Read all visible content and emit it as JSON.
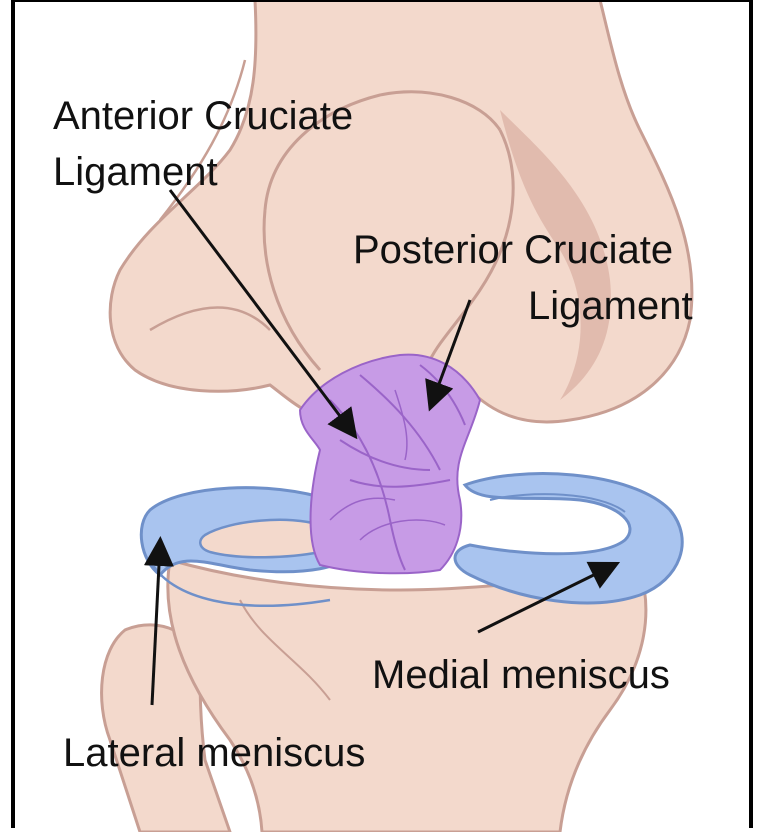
{
  "labels": {
    "acl_line1": "Anterior Cruciate",
    "acl_line2": "Ligament",
    "pcl_line1": "Posterior Cruciate",
    "pcl_line2": "Ligament",
    "medial": "Medial meniscus",
    "lateral": "Lateral meniscus"
  },
  "colors": {
    "bone": "#f3d9cc",
    "bone_outline": "#c89f94",
    "bone_shadow": "#dcb3a6",
    "ligament": "#c79be6",
    "ligament_dark": "#9a64c8",
    "meniscus": "#a9c4ef",
    "meniscus_outline": "#6f90c9",
    "arrow": "#111111"
  }
}
